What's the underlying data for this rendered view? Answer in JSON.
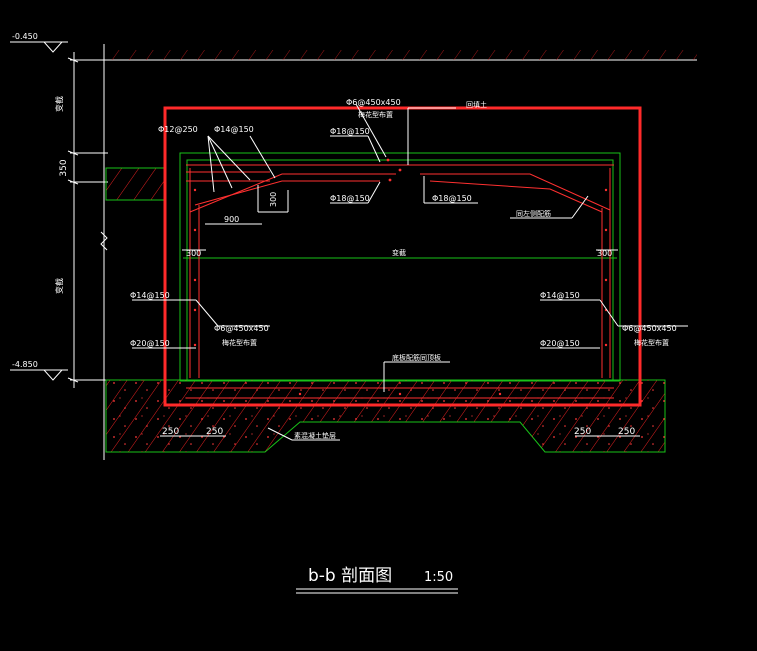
{
  "drawing": {
    "title": "b-b 剖面图",
    "scale": "1:50",
    "colors": {
      "background": "#000000",
      "outline": "#ff2a2a",
      "rebar": "#ff3030",
      "green": "#19c219",
      "dim": "#ffffff"
    },
    "levels": {
      "top": "-0.450",
      "bottom": "-4.850"
    },
    "left_dims": {
      "upper": "变截",
      "mid": "350",
      "lower": "变截"
    },
    "callouts": {
      "top_stirrup": "Φ6@450x450",
      "top_stirrup_note": "梅花型布置",
      "top_right_note": "回填土",
      "top_left_bar": "Φ12@250",
      "top_left_bar2": "Φ14@150",
      "top_center_upper": "Φ18@150",
      "top_center_lower": "Φ18@150",
      "top_right_lower": "Φ18@150",
      "right_haunch": "同左侧配筋",
      "haunch_height": "300",
      "haunch_width": "900",
      "left_wall_300": "300",
      "right_wall_300": "300",
      "clear_span": "变截",
      "left_wall_bar": "Φ14@150",
      "left_wall_stirrup": "Φ6@450x450",
      "left_wall_stirrup_note": "梅花型布置",
      "left_wall_outer": "Φ20@150",
      "right_wall_bar": "Φ14@150",
      "right_wall_stirrup": "Φ6@450x450",
      "right_wall_stirrup_note": "梅花型布置",
      "right_wall_outer": "Φ20@150",
      "base_note": "底板配筋同顶板",
      "base_left_a": "250",
      "base_left_b": "250",
      "base_right_a": "250",
      "base_right_b": "250",
      "base_concrete": "素混凝土垫层"
    }
  }
}
